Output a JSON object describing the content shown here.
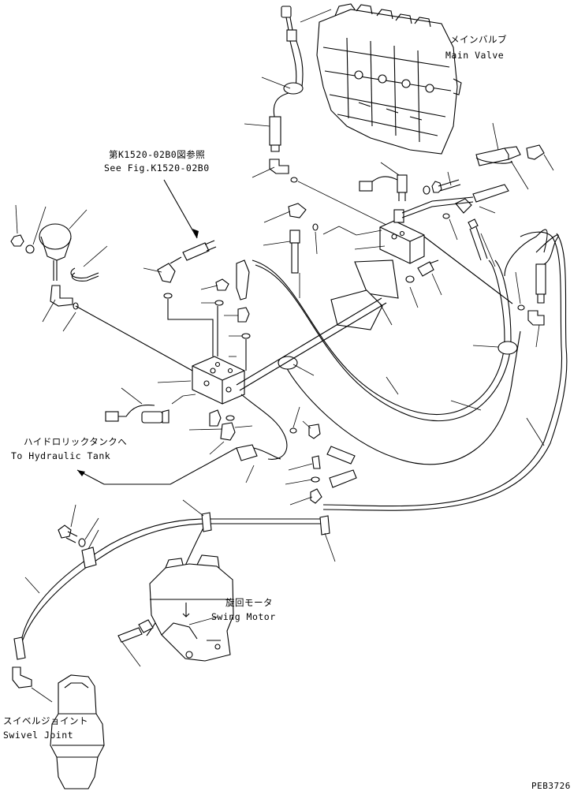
{
  "labels": {
    "main_valve_jp": "メインバルブ",
    "main_valve_en": "Main Valve",
    "see_fig_jp": "第K1520-02B0図参照",
    "see_fig_en": "See Fig.K1520-02B0",
    "tank_jp": "ハイドロリックタンクへ",
    "tank_en": "To Hydraulic Tank",
    "swing_motor_jp": "旋回モータ",
    "swing_motor_en": "Swing Motor",
    "swivel_jp": "スイベルジョイント",
    "swivel_en": "Swivel Joint",
    "drawing_no": "PEB3726"
  }
}
